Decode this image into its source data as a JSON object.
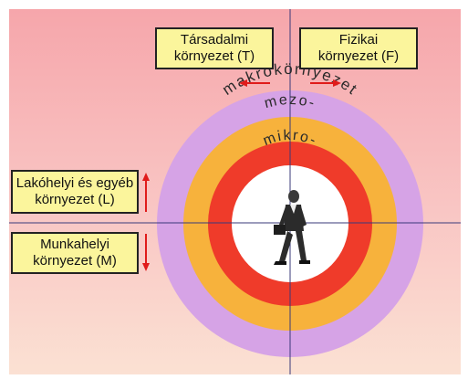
{
  "boxes": {
    "social": {
      "line1": "Társadalmi",
      "line2": "környezet (T)"
    },
    "physical": {
      "line1": "Fizikai",
      "line2": "környezet (F)"
    },
    "residential": {
      "line1": "Lakóhelyi és egyéb",
      "line2": "környezet (L)"
    },
    "work": {
      "line1": "Munkahelyi",
      "line2": "környezet (M)"
    }
  },
  "rings": {
    "macro": "makrokörnyezet",
    "meso": "mezo-",
    "micro": "mikro-"
  },
  "colors": {
    "background_top": "#f6a6ab",
    "background_bottom": "#fbe1d3",
    "box_fill": "#fbf59c",
    "ring_macro": "#d6a3e6",
    "ring_meso": "#f7b23c",
    "ring_micro": "#ef3b2a",
    "center": "#ffffff",
    "arrow": "#e01b1b",
    "axis": "#3a3a7a"
  },
  "icons": [
    "walking-businessman-icon",
    "arrow-left-icon",
    "arrow-right-icon",
    "arrow-up-icon",
    "arrow-down-icon"
  ]
}
